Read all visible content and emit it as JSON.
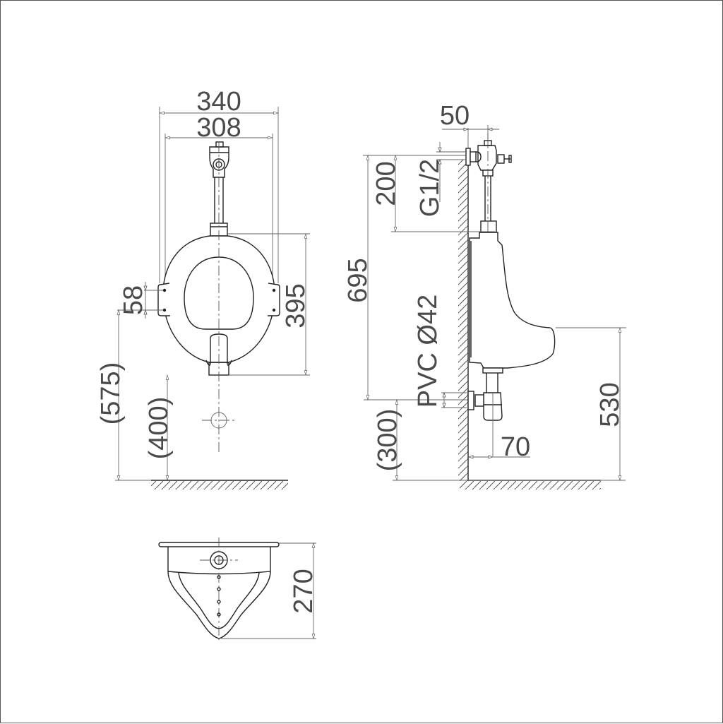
{
  "drawing": {
    "title": "Wall-hung urinal dimension drawing",
    "views": {
      "front": {
        "dimensions": {
          "overall_width": "340",
          "bracket_width": "308",
          "bracket_spacing": "58",
          "body_height": "395",
          "bracket_floor_height": "(575)",
          "outlet_floor_height": "(400)"
        }
      },
      "side": {
        "dimensions": {
          "inlet_projection": "50",
          "inlet_to_top": "200",
          "inlet_thread": "G1/2",
          "inlet_to_outlet": "695",
          "outlet_pipe": "PVC Ø42",
          "outlet_floor_height": "(300)",
          "trap_projection": "70",
          "rim_height": "530"
        }
      },
      "top": {
        "dimensions": {
          "depth": "270"
        }
      }
    },
    "colors": {
      "line": "#222222",
      "dimension_text": "#4a4a4a",
      "border": "#555555"
    }
  }
}
